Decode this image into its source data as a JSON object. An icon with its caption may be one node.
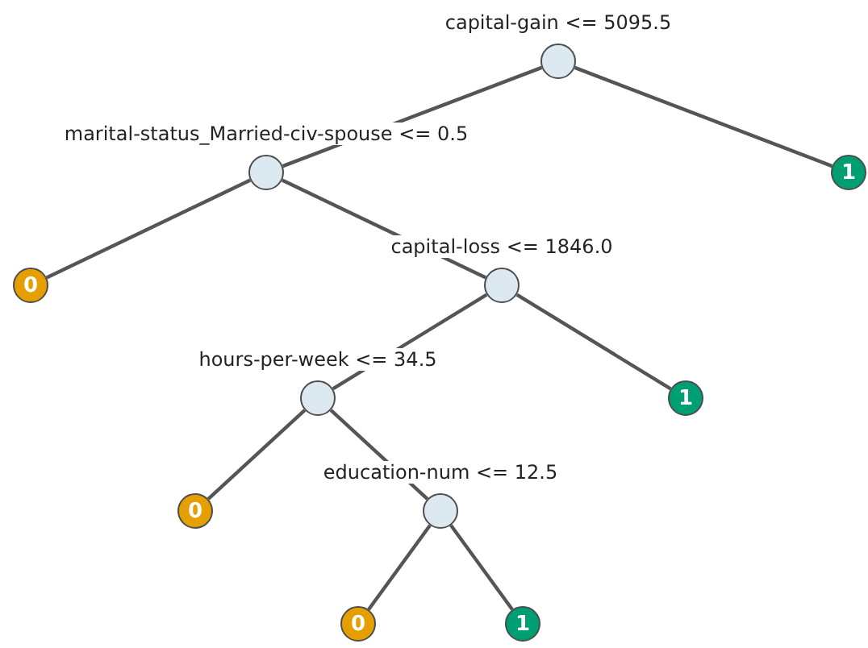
{
  "diagram": {
    "nodes": [
      {
        "text": [
          "capital-gain <= 5095.5"
        ]
      },
      {
        "text": [
          "marital-status_Married-civ-spouse <= 0.5"
        ]
      },
      {
        "text": [
          "1"
        ]
      },
      {
        "text": [
          "0"
        ]
      },
      {
        "text": [
          "capital-loss <= 1846.0"
        ]
      },
      {
        "text": [
          "hours-per-week <= 34.5"
        ]
      },
      {
        "text": [
          "1"
        ]
      },
      {
        "text": [
          "0"
        ]
      },
      {
        "text": [
          "education-num <= 12.5"
        ]
      },
      {
        "text": [
          "0"
        ]
      },
      {
        "text": [
          "1"
        ]
      }
    ],
    "edges": [
      {
        "from": 0,
        "to": 1,
        "arrow": "none"
      },
      {
        "from": 0,
        "to": 2,
        "arrow": "none"
      },
      {
        "from": 1,
        "to": 3,
        "arrow": "none"
      },
      {
        "from": 1,
        "to": 4,
        "arrow": "none"
      },
      {
        "from": 4,
        "to": 5,
        "arrow": "none"
      },
      {
        "from": 4,
        "to": 6,
        "arrow": "none"
      },
      {
        "from": 5,
        "to": 7,
        "arrow": "none"
      },
      {
        "from": 5,
        "to": 8,
        "arrow": "none"
      },
      {
        "from": 8,
        "to": 9,
        "arrow": "none"
      },
      {
        "from": 8,
        "to": 10,
        "arrow": "none"
      }
    ]
  }
}
